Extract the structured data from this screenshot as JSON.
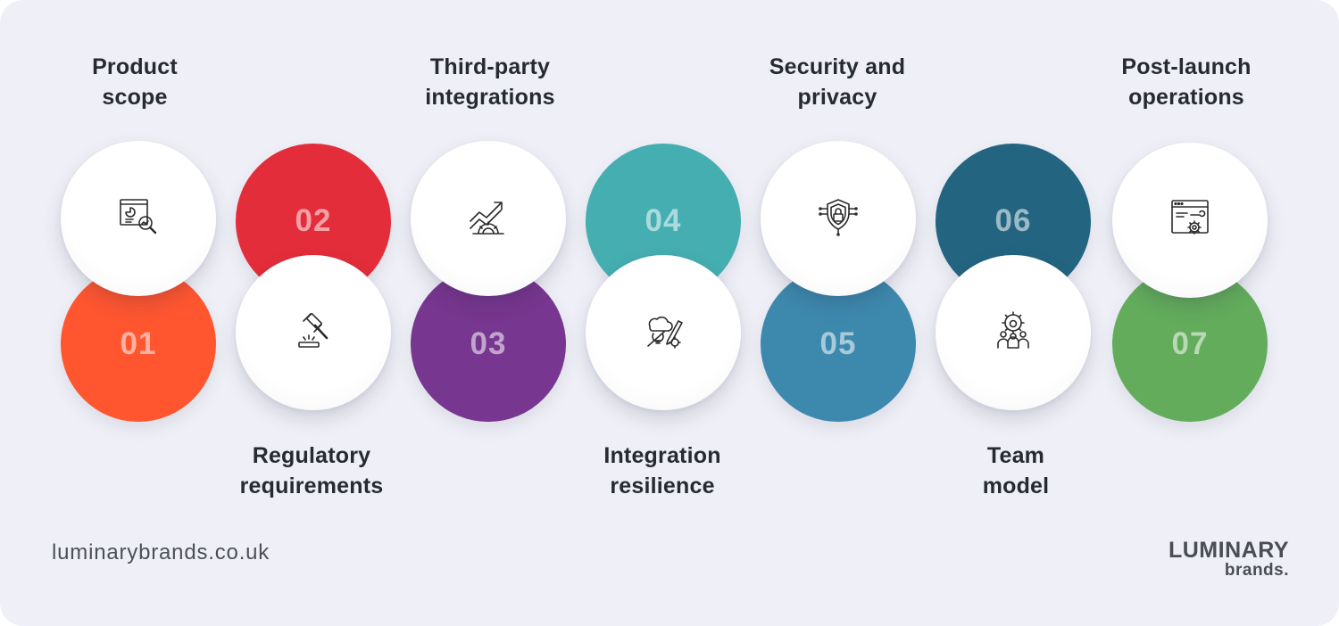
{
  "colors": {
    "background": "#eff0f7",
    "step01": "#ff5630",
    "step02": "#e42d3a",
    "step03": "#77368f",
    "step04": "#45aeb1",
    "step05": "#3d89ad",
    "step06": "#236581",
    "step07": "#63ac5c"
  },
  "steps": [
    {
      "number": "01",
      "label": [
        "Product",
        "scope"
      ],
      "icon": "analytics-search-icon"
    },
    {
      "number": "02",
      "label": [
        "Regulatory",
        "requirements"
      ],
      "icon": "gavel-icon"
    },
    {
      "number": "03",
      "label": [
        "Third-party",
        "integrations"
      ],
      "icon": "growth-gear-icon"
    },
    {
      "number": "04",
      "label": [
        "Integration",
        "resilience"
      ],
      "icon": "design-tools-icon"
    },
    {
      "number": "05",
      "label": [
        "Security and",
        "privacy"
      ],
      "icon": "shield-lock-icon"
    },
    {
      "number": "06",
      "label": [
        "Team",
        "model"
      ],
      "icon": "team-gear-icon"
    },
    {
      "number": "07",
      "label": [
        "Post-launch",
        "operations"
      ],
      "icon": "browser-settings-icon"
    }
  ],
  "footer": {
    "url": "luminarybrands.co.uk",
    "logo_line1": "LUMINARY",
    "logo_line2": "brands."
  }
}
